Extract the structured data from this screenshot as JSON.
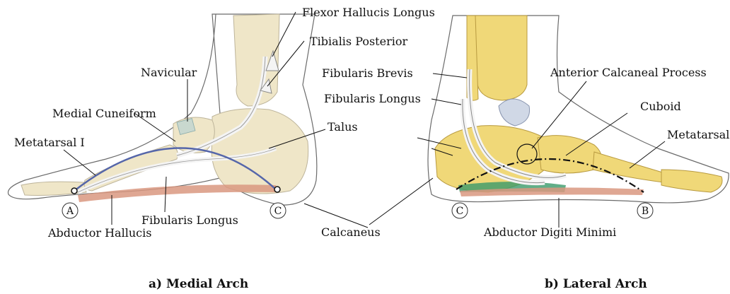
{
  "colors": {
    "skin": "#f6eee4",
    "skin_outline": "#7a7a7a",
    "bone_light": "#efe6c8",
    "bone_yellow": "#f0d878",
    "bone_yellow_dark": "#d8b84a",
    "tendon": "#f4f4f4",
    "medial_arch_curve": "#5566aa",
    "muscle": "#d99880",
    "muscle_green": "#3a9a6a",
    "cartilage": "#a9c9bf"
  },
  "medial_panel": {
    "labels": {
      "flexor_hallucis_longus": "Flexor Hallucis Longus",
      "tibialis_posterior": "Tibialis Posterior",
      "navicular": "Navicular",
      "medial_cuneiform": "Medial Cuneiform",
      "metatarsal_i": "Metatarsal I",
      "fibularis_longus": "Fibularis Longus",
      "abductor_hallucis": "Abductor Hallucis"
    },
    "markers": {
      "a": "A",
      "c": "C"
    },
    "caption": "a) Medial Arch"
  },
  "shared_labels": {
    "talus": "Talus",
    "calcaneus": "Calcaneus"
  },
  "lateral_panel": {
    "labels": {
      "fibularis_brevis": "Fibularis Brevis",
      "fibularis_longus": "Fibularis Longus",
      "anterior_calcaneal_process": "Anterior Calcaneal Process",
      "cuboid": "Cuboid",
      "metatarsal_v": "Metatarsal V",
      "abductor_digiti_minimi": "Abductor Digiti Minimi"
    },
    "markers": {
      "c": "C",
      "b": "B"
    },
    "caption": "b) Lateral Arch"
  }
}
